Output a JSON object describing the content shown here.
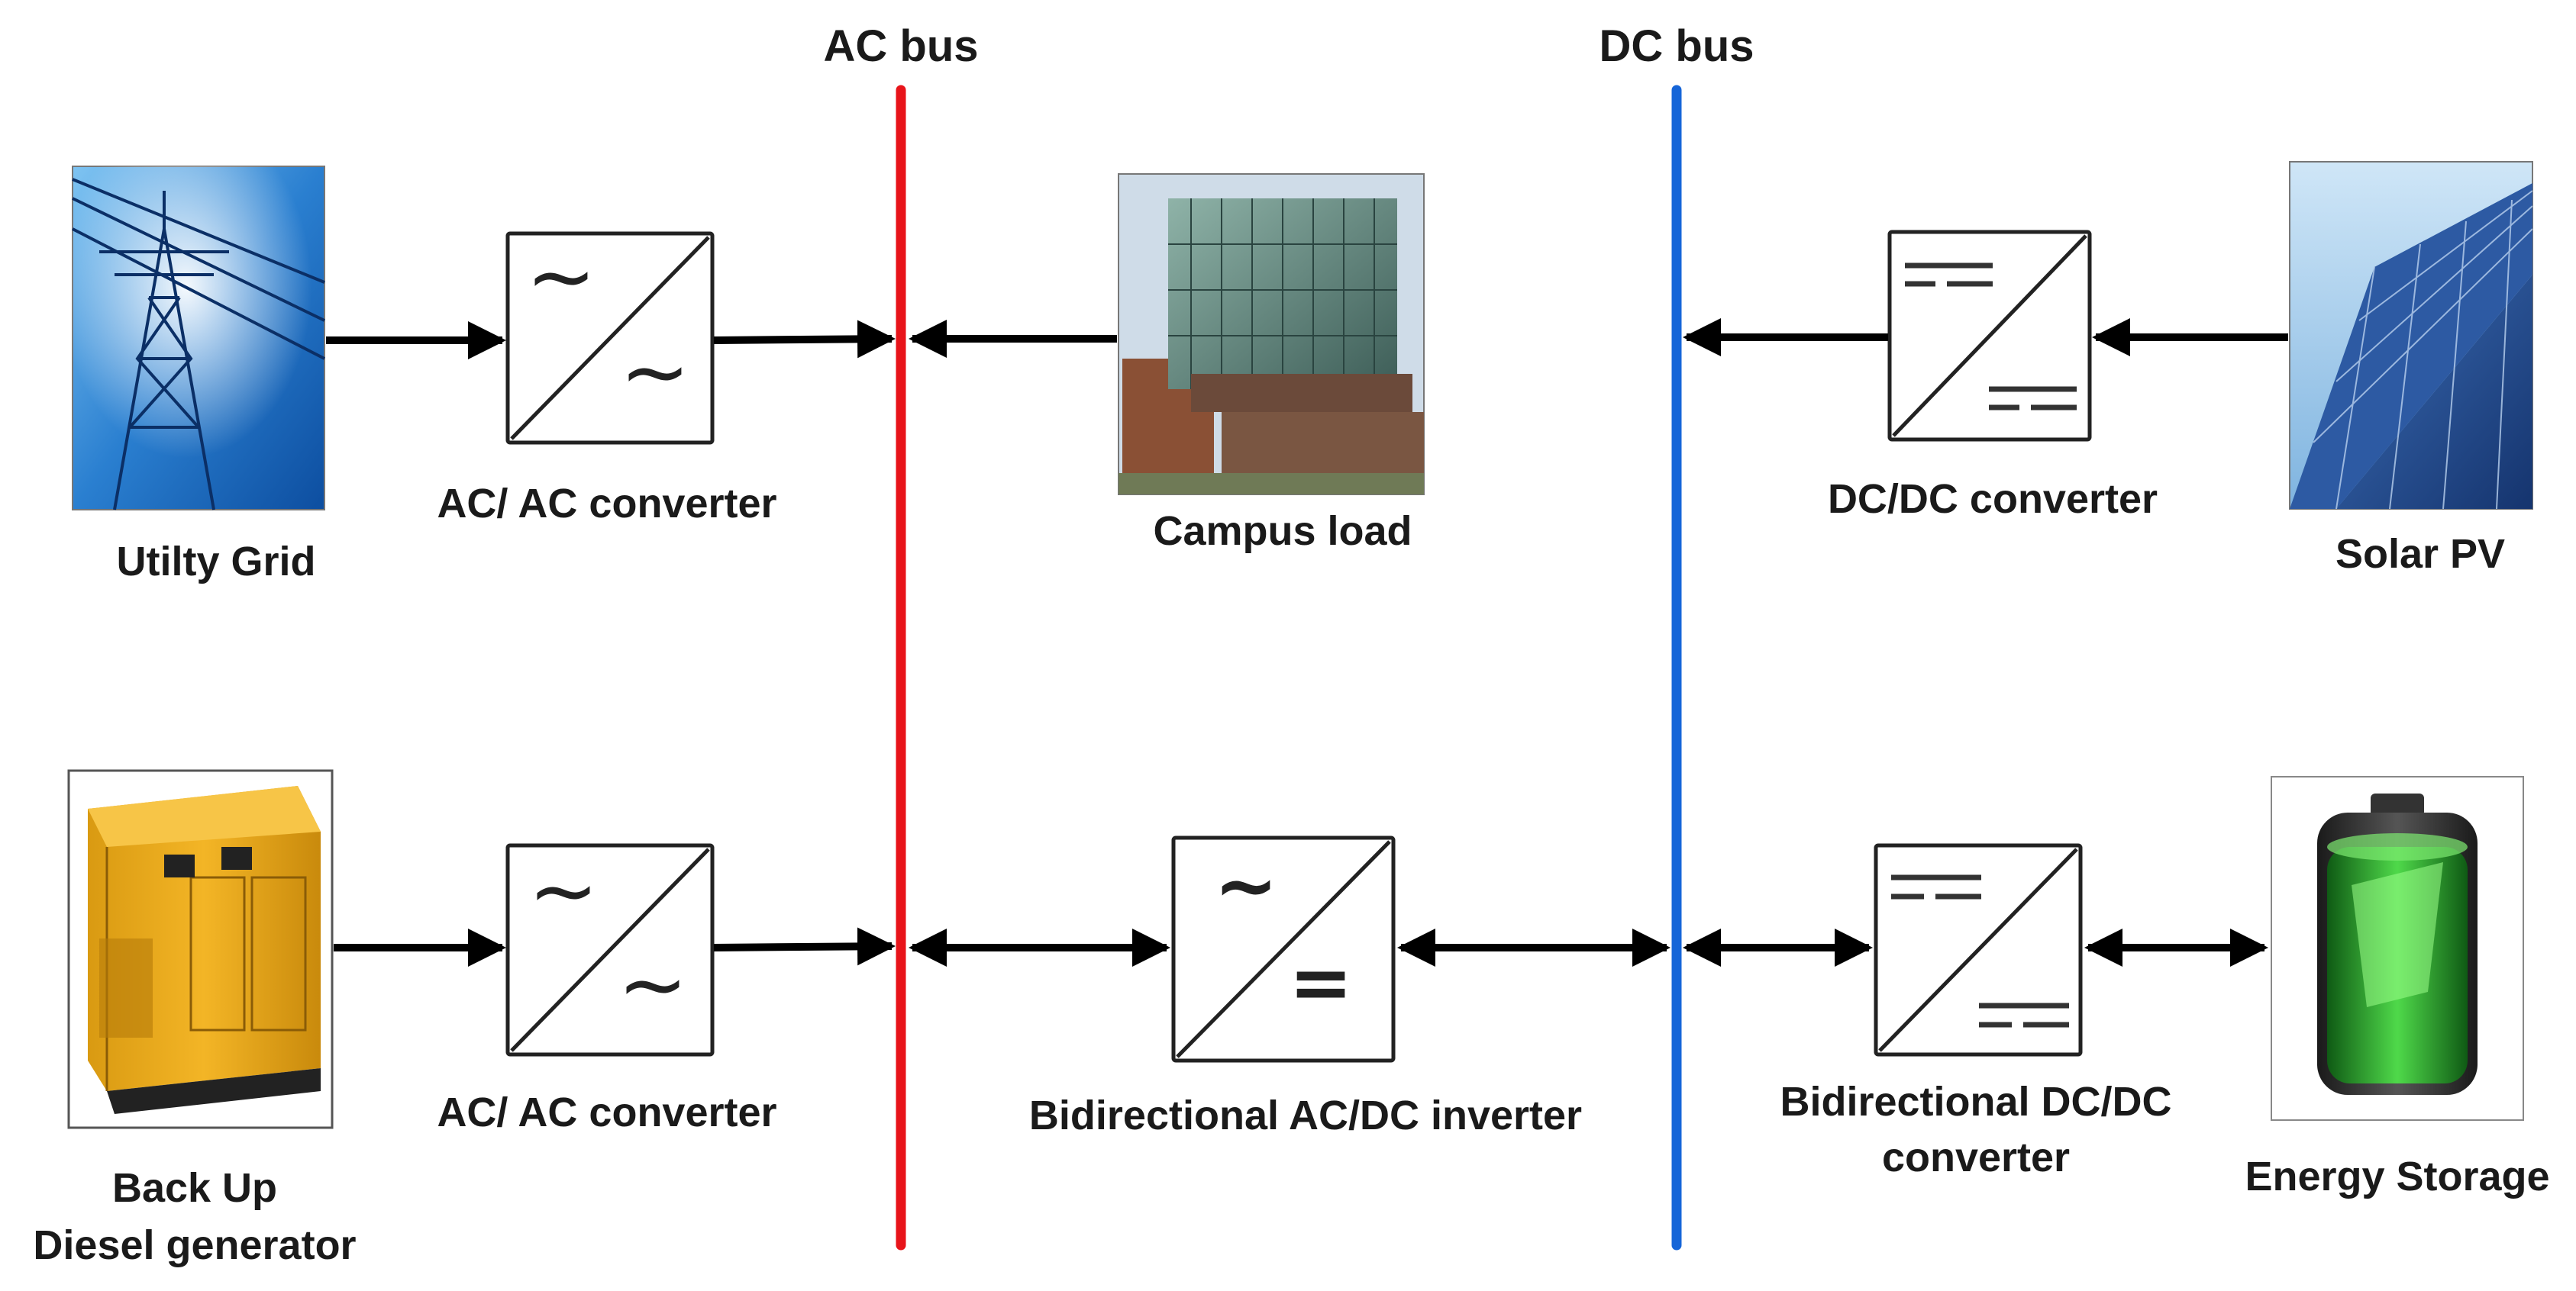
{
  "buses": {
    "ac": {
      "label": "AC bus",
      "color": "#e8141a"
    },
    "dc": {
      "label": "DC bus",
      "color": "#1565d8"
    }
  },
  "components": {
    "utility_grid": "Utilty Grid",
    "ac_ac_converter_top": "AC/ AC converter",
    "campus_load": "Campus load",
    "dc_dc_converter": "DC/DC converter",
    "solar_pv": "Solar PV",
    "diesel_generator_line1": "Back Up",
    "diesel_generator_line2": "Diesel generator",
    "ac_ac_converter_bottom": "AC/ AC converter",
    "bidirectional_inverter": "Bidirectional AC/DC inverter",
    "bidirectional_dcdc_line1": "Bidirectional DC/DC",
    "bidirectional_dcdc_line2": "converter",
    "energy_storage": "Energy Storage"
  },
  "converter_symbols": {
    "ac": "~",
    "dc": "="
  }
}
